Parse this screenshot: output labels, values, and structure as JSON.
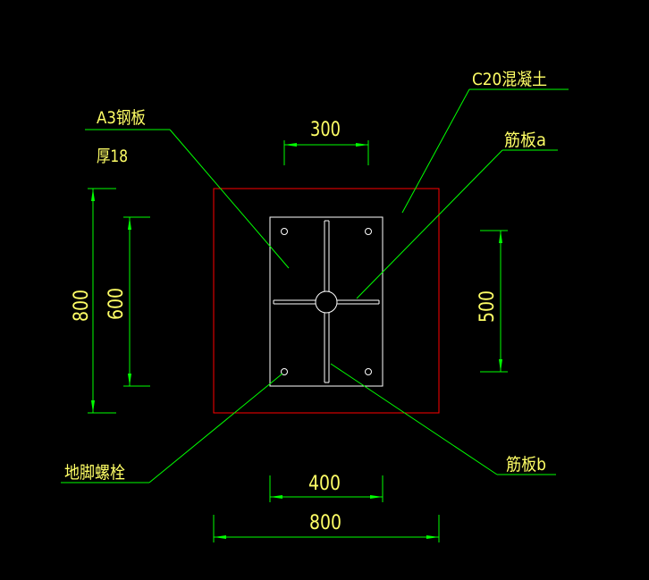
{
  "colors": {
    "background": "#000000",
    "dimension": "#00ff00",
    "text": "#ffff66",
    "concrete_outline": "#ff0000",
    "plate_outline": "#ffffff"
  },
  "labels": {
    "steel_plate": "A3钢板",
    "thickness": "厚18",
    "concrete": "C20混凝土",
    "rib_a": "筋板a",
    "rib_b": "筋板b",
    "anchor_bolt": "地脚螺栓"
  },
  "dimensions": {
    "top_plate_width": "300",
    "left_outer_height": "800",
    "left_inner_height": "600",
    "right_height": "500",
    "bottom_plate_width": "400",
    "bottom_outer_width": "800"
  }
}
